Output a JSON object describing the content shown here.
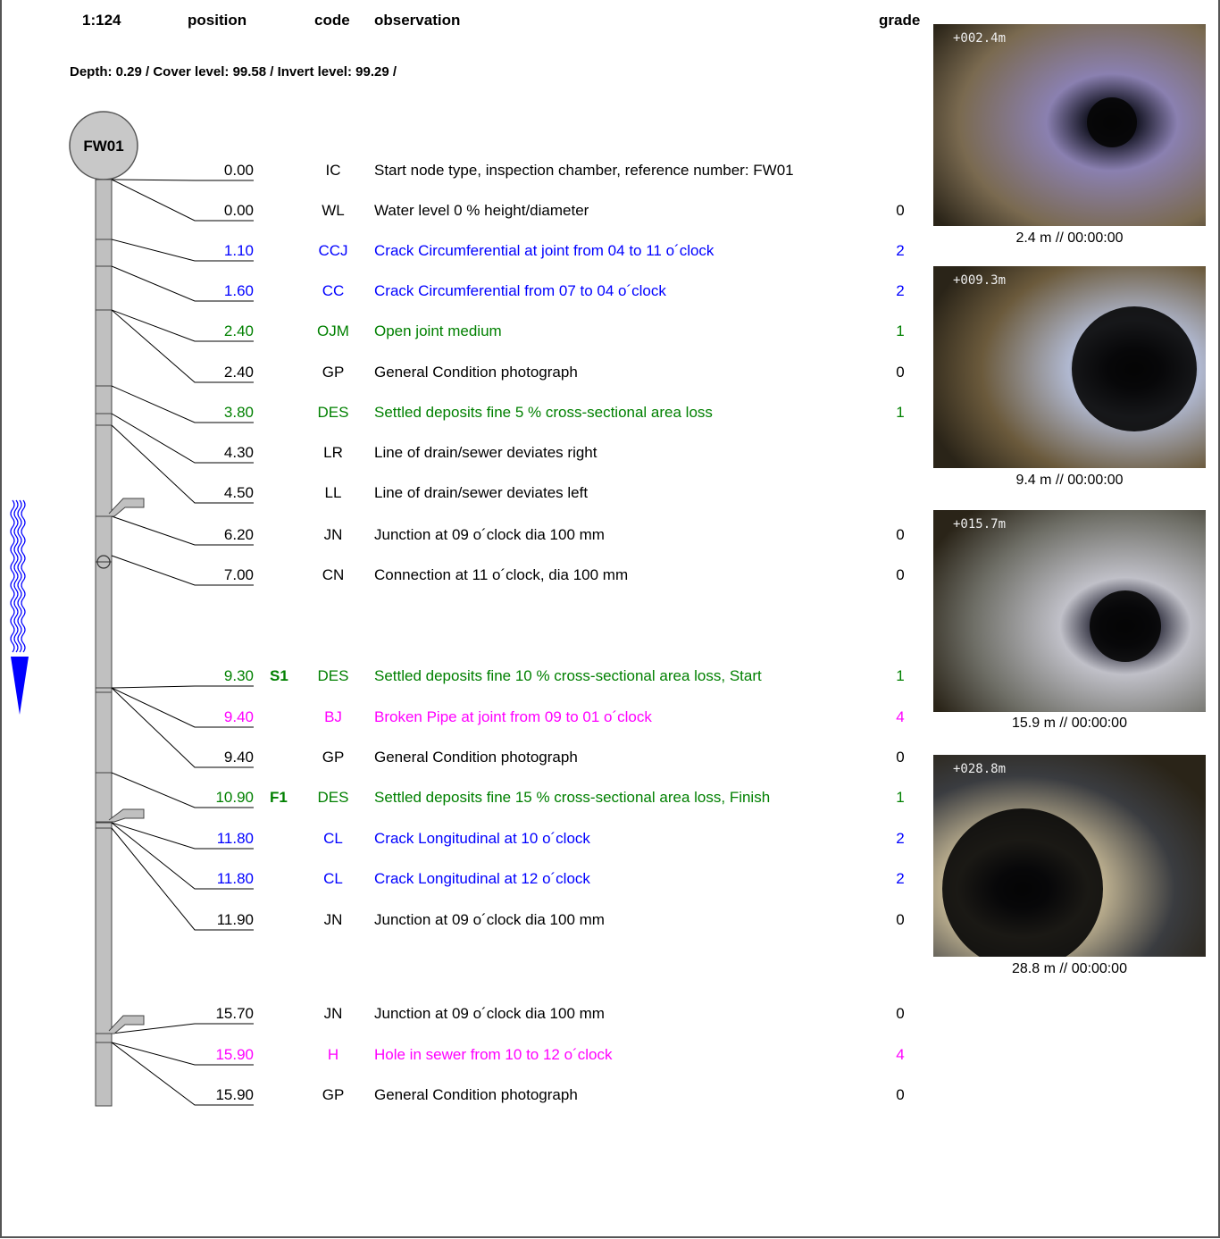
{
  "header": {
    "scale": "1:124",
    "position": "position",
    "code": "code",
    "observation": "observation",
    "grade": "grade"
  },
  "depth_info": "Depth: 0.29 / Cover level: 99.58 / Invert level: 99.29 /",
  "node_label": "FW01",
  "colors": {
    "black": "#000000",
    "blue": "#0000ff",
    "green": "#008000",
    "magenta": "#ff00ff",
    "pipe_fill": "#c0c0c0",
    "flow_arrow": "#0000ff"
  },
  "flow_arrow_icon": "wavy-flow-arrow-icon",
  "observations": [
    {
      "position": "0.00",
      "marker": "",
      "code": "IC",
      "text": "Start node type, inspection chamber, reference number: FW01",
      "grade": "",
      "color": "black"
    },
    {
      "position": "0.00",
      "marker": "",
      "code": "WL",
      "text": "Water level 0  % height/diameter",
      "grade": "0",
      "color": "black"
    },
    {
      "position": "1.10",
      "marker": "",
      "code": "CCJ",
      "text": "Crack Circumferential at joint from 04 to 11 o´clock",
      "grade": "2",
      "color": "blue"
    },
    {
      "position": "1.60",
      "marker": "",
      "code": "CC",
      "text": "Crack Circumferential from 07 to 04 o´clock",
      "grade": "2",
      "color": "blue"
    },
    {
      "position": "2.40",
      "marker": "",
      "code": "OJM",
      "text": "Open joint medium",
      "grade": "1",
      "color": "green"
    },
    {
      "position": "2.40",
      "marker": "",
      "code": "GP",
      "text": "General Condition photograph",
      "grade": "0",
      "color": "black"
    },
    {
      "position": "3.80",
      "marker": "",
      "code": "DES",
      "text": "Settled deposits fine 5  % cross-sectional area loss",
      "grade": "1",
      "color": "green"
    },
    {
      "position": "4.30",
      "marker": "",
      "code": "LR",
      "text": "Line of drain/sewer deviates right",
      "grade": "",
      "color": "black"
    },
    {
      "position": "4.50",
      "marker": "",
      "code": "LL",
      "text": "Line of drain/sewer deviates left",
      "grade": "",
      "color": "black"
    },
    {
      "position": "6.20",
      "marker": "",
      "code": "JN",
      "text": "Junction at 09 o´clock dia 100 mm",
      "grade": "0",
      "color": "black"
    },
    {
      "position": "7.00",
      "marker": "",
      "code": "CN",
      "text": "Connection at 11 o´clock, dia 100 mm",
      "grade": "0",
      "color": "black"
    },
    {
      "position": "9.30",
      "marker": "S1",
      "code": "DES",
      "text": "Settled deposits fine 10  % cross-sectional area loss, Start",
      "grade": "1",
      "color": "green"
    },
    {
      "position": "9.40",
      "marker": "",
      "code": "BJ",
      "text": "Broken Pipe at joint from 09 to 01 o´clock",
      "grade": "4",
      "color": "magenta"
    },
    {
      "position": "9.40",
      "marker": "",
      "code": "GP",
      "text": "General Condition photograph",
      "grade": "0",
      "color": "black"
    },
    {
      "position": "10.90",
      "marker": "F1",
      "code": "DES",
      "text": "Settled deposits fine 15  % cross-sectional area loss, Finish",
      "grade": "1",
      "color": "green"
    },
    {
      "position": "11.80",
      "marker": "",
      "code": "CL",
      "text": "Crack Longitudinal at 10 o´clock",
      "grade": "2",
      "color": "blue"
    },
    {
      "position": "11.80",
      "marker": "",
      "code": "CL",
      "text": "Crack Longitudinal at 12 o´clock",
      "grade": "2",
      "color": "blue"
    },
    {
      "position": "11.90",
      "marker": "",
      "code": "JN",
      "text": "Junction at 09 o´clock dia 100 mm",
      "grade": "0",
      "color": "black"
    },
    {
      "position": "15.70",
      "marker": "",
      "code": "JN",
      "text": "Junction at 09 o´clock dia 100 mm",
      "grade": "0",
      "color": "black"
    },
    {
      "position": "15.90",
      "marker": "",
      "code": "H",
      "text": "Hole in sewer from 10 to 12 o´clock",
      "grade": "4",
      "color": "magenta"
    },
    {
      "position": "15.90",
      "marker": "",
      "code": "GP",
      "text": "General Condition photograph",
      "grade": "0",
      "color": "black"
    }
  ],
  "photos": [
    {
      "overlay": "+002.4m",
      "caption": "2.4 m // 00:00:00"
    },
    {
      "overlay": "+009.3m",
      "caption": "9.4 m // 00:00:00"
    },
    {
      "overlay": "+015.7m",
      "caption": "15.9 m // 00:00:00"
    },
    {
      "overlay": "+028.8m",
      "caption": "28.8 m // 00:00:00"
    }
  ]
}
